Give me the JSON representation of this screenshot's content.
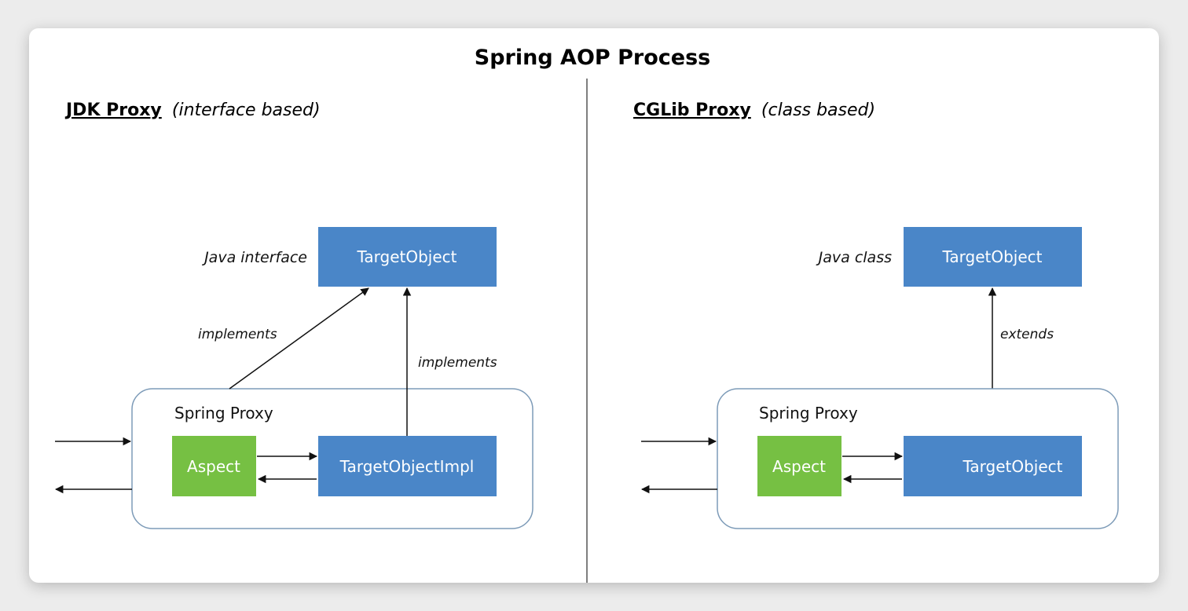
{
  "title": "Spring AOP Process",
  "colors": {
    "blue_box": "#4a86c8",
    "green_box": "#76c043",
    "proxy_border": "#7d9bb8"
  },
  "left": {
    "heading_strong": "JDK Proxy",
    "heading_italic": "(interface based)",
    "target_type_label": "Java interface",
    "target_box": "TargetObject",
    "implements_label_1": "implements",
    "implements_label_2": "implements",
    "proxy_label": "Spring Proxy",
    "aspect_box": "Aspect",
    "impl_box": "TargetObjectImpl"
  },
  "right": {
    "heading_strong": "CGLib Proxy",
    "heading_italic": "(class based)",
    "target_type_label": "Java class",
    "target_box": "TargetObject",
    "extends_label": "extends",
    "proxy_label": "Spring Proxy",
    "aspect_box": "Aspect",
    "impl_box": "TargetObject"
  }
}
